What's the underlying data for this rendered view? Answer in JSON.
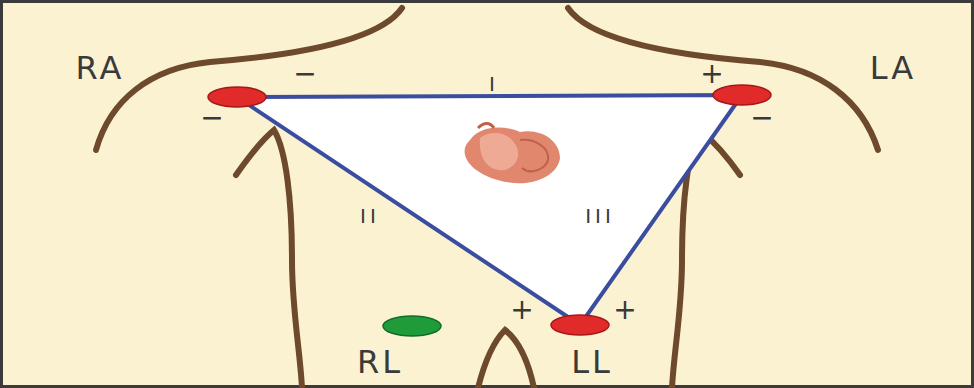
{
  "diagram": {
    "labels": [
      "RA",
      "LA",
      "−",
      "I",
      "+",
      "−",
      "−",
      "II",
      "III",
      "+",
      "+",
      "RL",
      "LL"
    ]
  }
}
